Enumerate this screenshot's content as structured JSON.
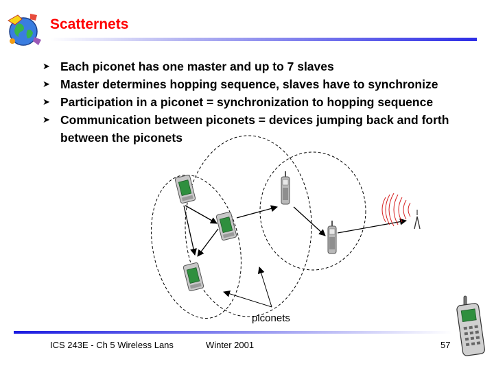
{
  "slide": {
    "title": "Scatternets",
    "bullets": [
      "Each piconet has one master and up to 7 slaves",
      "Master determines hopping sequence, slaves have to synchronize",
      "Participation in a piconet = synchronization to hopping sequence",
      "Communication between piconets = devices jumping back and forth between the piconets"
    ],
    "diagram_label": "piconets",
    "footer": {
      "course": "ICS 243E - Ch 5 Wireless Lans",
      "date": "Winter 2001",
      "page": "57"
    }
  },
  "colors": {
    "title": "#ff0000",
    "rule": "#2e2ee6",
    "device_screen": "#2f8f3e",
    "radio_waves": "#d62020"
  },
  "icons": {
    "logo": "globe-logo-icon",
    "bullet": "arrowhead-icon",
    "footer": "cell-phone-icon"
  }
}
